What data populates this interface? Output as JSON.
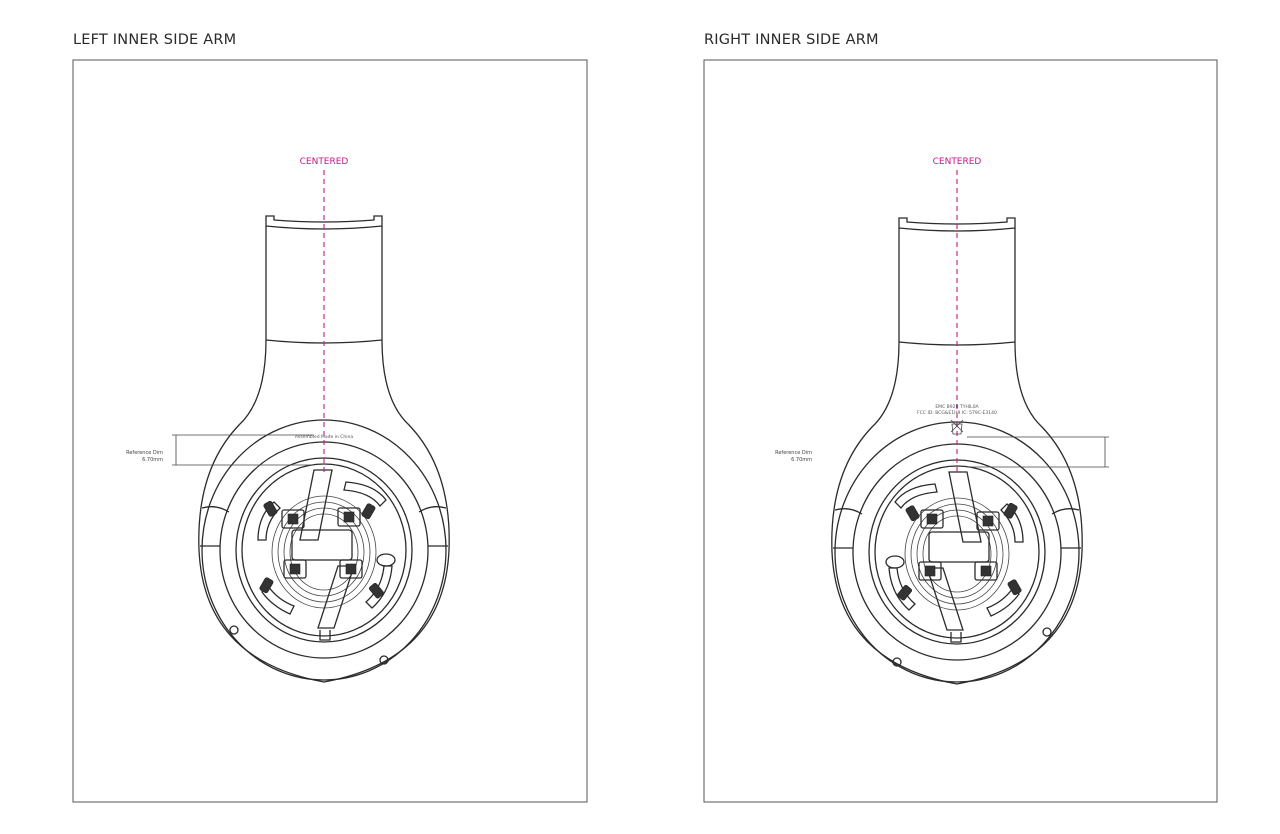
{
  "panels": [
    {
      "title": "LEFT INNER SIDE ARM",
      "center_label": "CENTERED",
      "dimension_label": "Reference Dim",
      "dimension_value": "6.70mm",
      "imprint_line_1": "Assembled Made in China"
    },
    {
      "title": "RIGHT INNER SIDE ARM",
      "center_label": "CENTERED",
      "dimension_label": "Reference Dim",
      "dimension_value": "6.70mm",
      "imprint_line_1": "EMC B92B TYHIL0A",
      "imprint_line_2": "FCC ID: BCG&E1H9 IC: 579C-E3140"
    }
  ]
}
